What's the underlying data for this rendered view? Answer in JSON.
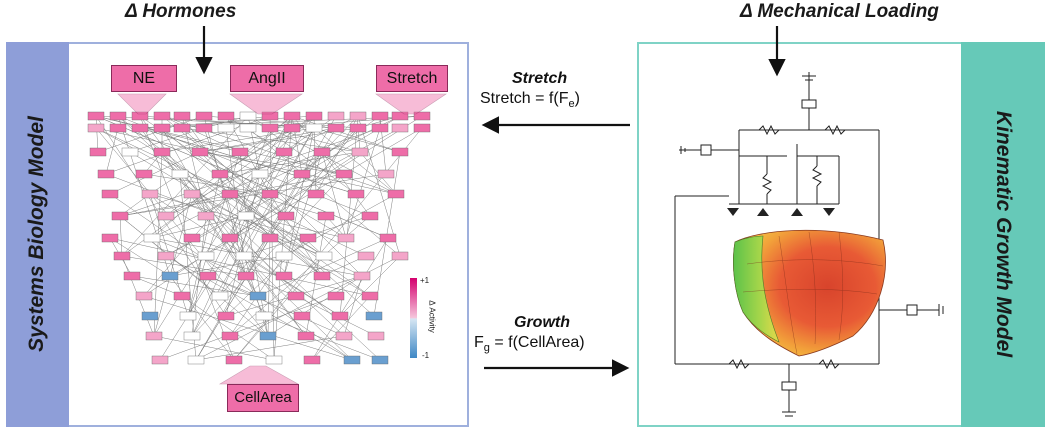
{
  "headings": {
    "hormones": "Δ Hormones",
    "mechanical": "Δ Mechanical Loading"
  },
  "left_model": {
    "label": "Systems Biology Model",
    "inputs": [
      "NE",
      "AngII",
      "Stretch"
    ],
    "output": "CellArea",
    "colorbar": {
      "max": "+1",
      "min": "-1",
      "label": "Δ Activity"
    }
  },
  "right_model": {
    "label": "Kinematic Growth Model"
  },
  "arrows": {
    "stretch_title": "Stretch",
    "stretch_eq": "Stretch = f(F",
    "stretch_eq_sub": "e",
    "stretch_eq_end": ")",
    "growth_title": "Growth",
    "growth_eq_f": "F",
    "growth_eq_sub": "g",
    "growth_eq_rest": " = f(CellArea)"
  },
  "colors": {
    "node_pink": "#ee6da8",
    "node_blue": "#6a9fd0",
    "left_band": "#8e9ed8",
    "right_band": "#66c9b8"
  }
}
